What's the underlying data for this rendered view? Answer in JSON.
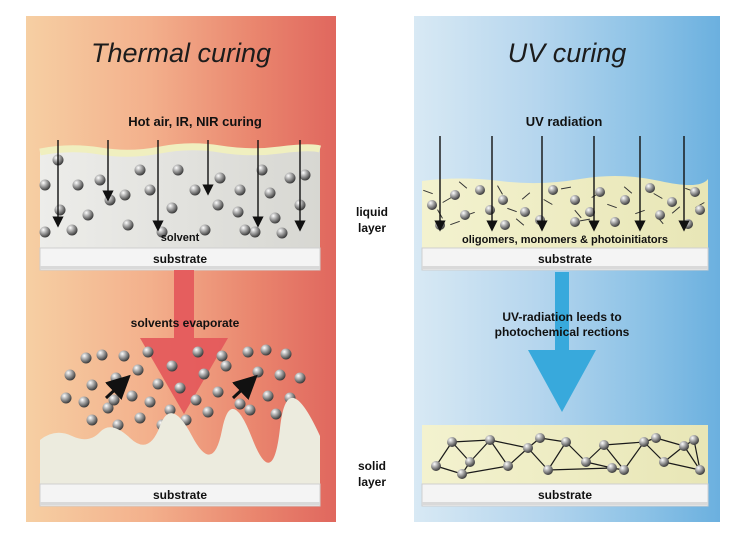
{
  "thermal": {
    "title": "Thermal curing",
    "heat_source": "Hot air, IR, NIR curing",
    "solvent": "solvent",
    "substrate_top": "substrate",
    "process": "solvents evaporate",
    "substrate_bottom": "substrate"
  },
  "uv": {
    "title": "UV curing",
    "source": "UV radiation",
    "components": "oligomers, monomers & photoinitiators",
    "substrate_top": "substrate",
    "process_line1": "UV-radiation leeds to",
    "process_line2": "photochemical rections",
    "substrate_bottom": "substrate"
  },
  "side_labels": {
    "liquid_line1": "liquid",
    "liquid_line2": "layer",
    "solid_line1": "solid",
    "solid_line2": "layer"
  },
  "colors": {
    "thermal_arrow": "#e3565a",
    "uv_arrow": "#38a9dc",
    "coating": "#f3f2cf",
    "substrate": "#f4f4f4"
  }
}
